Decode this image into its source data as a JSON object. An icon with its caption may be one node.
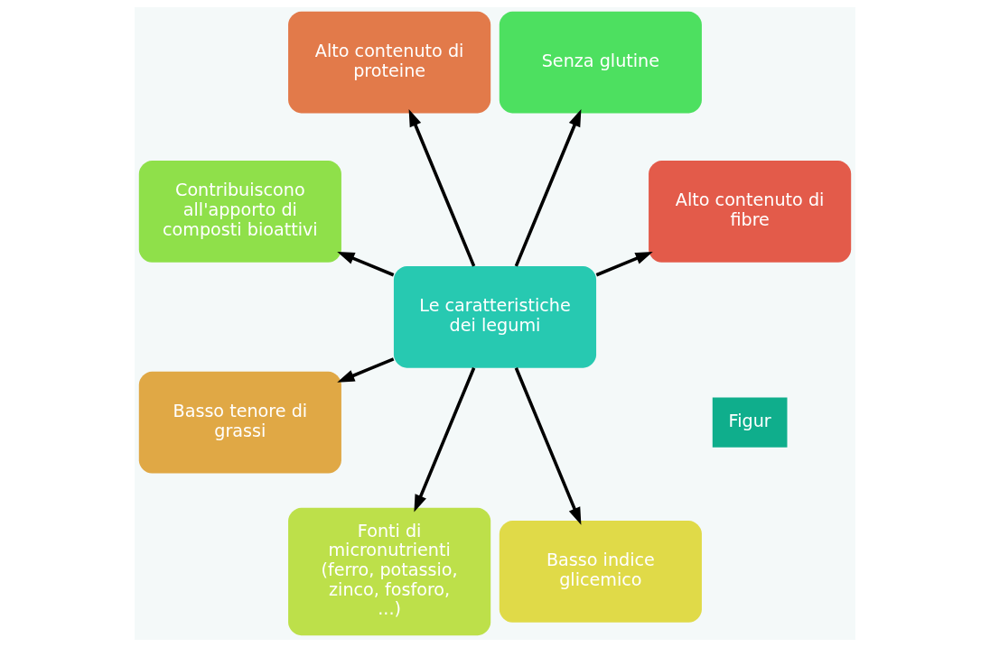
{
  "diagram": {
    "nodes": [
      {
        "text": [
          "Alto contenuto di fibre"
        ]
      },
      {
        "text": [
          "Senza glutine"
        ]
      },
      {
        "text": [
          "Alto contenuto di proteine"
        ]
      },
      {
        "text": [
          "Le caratteristiche dei legumi"
        ]
      },
      {
        "text": [
          "Contribuiscono all'apporto di composti bioattivi"
        ]
      },
      {
        "text": [
          "Basso tenore di grassi"
        ]
      },
      {
        "text": [
          "Fonti di micronutrienti (ferro, potassio, zinco, fosforo, ...)"
        ]
      },
      {
        "text": [
          "Basso indice glicemico"
        ]
      }
    ],
    "edges": [
      {
        "from": 3,
        "to": 0,
        "arrow": "to"
      },
      {
        "from": 3,
        "to": 2,
        "arrow": "to"
      },
      {
        "from": 3,
        "to": 5,
        "arrow": "to"
      },
      {
        "from": 3,
        "to": 7,
        "arrow": "to"
      },
      {
        "from": 3,
        "to": 6,
        "arrow": "to"
      },
      {
        "from": 3,
        "to": 4,
        "arrow": "to"
      },
      {
        "from": 3,
        "to": 1,
        "arrow": "to"
      }
    ],
    "labels": [
      "Figur"
    ]
  }
}
